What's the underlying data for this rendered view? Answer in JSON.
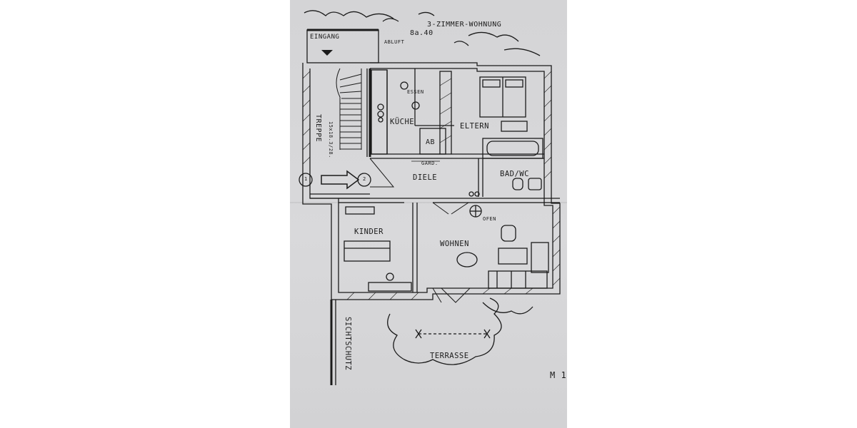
{
  "plan": {
    "title": "3-ZIMMER-WOHNUNG",
    "area": "8a.40",
    "entrance": "EINGANG",
    "vent": "ABLUFT",
    "stairs": "TREPPE",
    "stair_spec": "15x18.3/28.",
    "marker_1": "1",
    "marker_2": "2",
    "scale": "M 1."
  },
  "rooms": {
    "dining": "ESSEN",
    "kitchen": "KÜCHE",
    "storage": "AB",
    "parents": "ELTERN",
    "hall": "DIELE",
    "wardrobe": "GARD.",
    "bath": "BAD/WC",
    "stove": "OFEN",
    "children": "KINDER",
    "living": "WOHNEN",
    "terrace": "TERRASSE",
    "privacy_screen": "SICHTSCHUTZ"
  },
  "colors": {
    "paper": "#d6d6d8",
    "ink": "#1b1b1b",
    "wall_fill": "#e4e4e4"
  }
}
